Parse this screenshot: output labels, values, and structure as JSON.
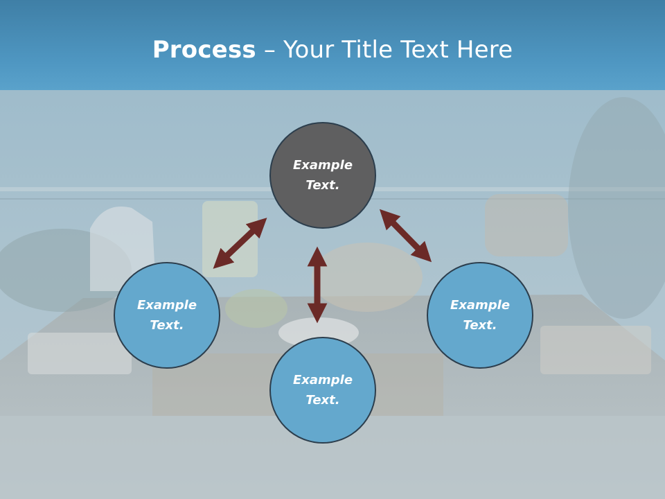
{
  "slide": {
    "title_bold": "Process",
    "title_rest": " – Your Title Text Here"
  },
  "nodes": {
    "top": "Example\nText.",
    "left": "Example\nText.",
    "right": "Example\nText.",
    "bottom": "Example\nText."
  },
  "colors": {
    "title_band": "#4f97c2",
    "center_circle": "#5f5f60",
    "outer_circle": "#64a8cd",
    "arrow": "#6b2a27",
    "circle_border": "#2c3e4d"
  }
}
